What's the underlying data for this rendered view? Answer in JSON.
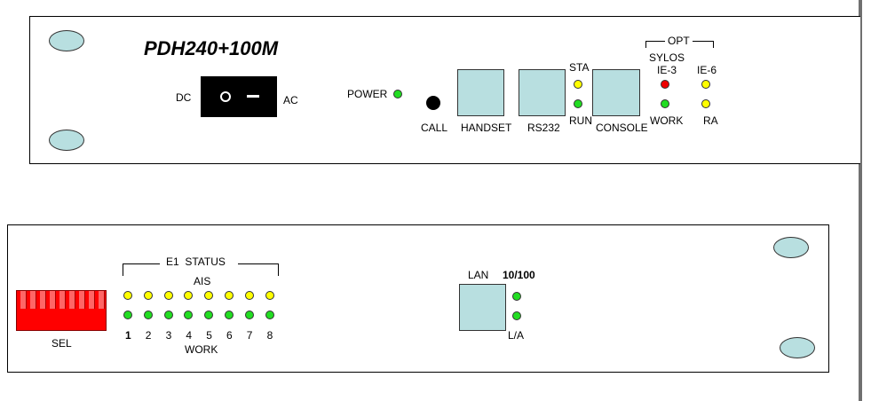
{
  "top_panel": {
    "model": "PDH240+100M",
    "switch_left": "DC",
    "switch_right": "AC",
    "power_label": "POWER",
    "call_label": "CALL",
    "handset_label": "HANDSET",
    "rs232_label": "RS232",
    "sta_label": "STA",
    "run_label": "RUN",
    "console_label": "CONSOLE",
    "opt_label": "OPT",
    "sylos_label": "SYLOS",
    "ie3_label": "IE-3",
    "ie6_label": "IE-6",
    "work_label": "WORK",
    "ra_label": "RA"
  },
  "bottom_panel": {
    "sel_label": "SEL",
    "e1_status_label": "E1  STATUS",
    "ais_label": "AIS",
    "channel_numbers": [
      "1",
      "2",
      "3",
      "4",
      "5",
      "6",
      "7",
      "8"
    ],
    "work_label": "WORK",
    "lan_label": "LAN",
    "speed_label": "10/100",
    "la_label": "L/A"
  },
  "colors": {
    "led_green": "#22dd22",
    "led_yellow": "#ffff00",
    "led_red": "#ee0000",
    "port_fill": "#b8dfe0",
    "dip_red": "#ff0000"
  }
}
